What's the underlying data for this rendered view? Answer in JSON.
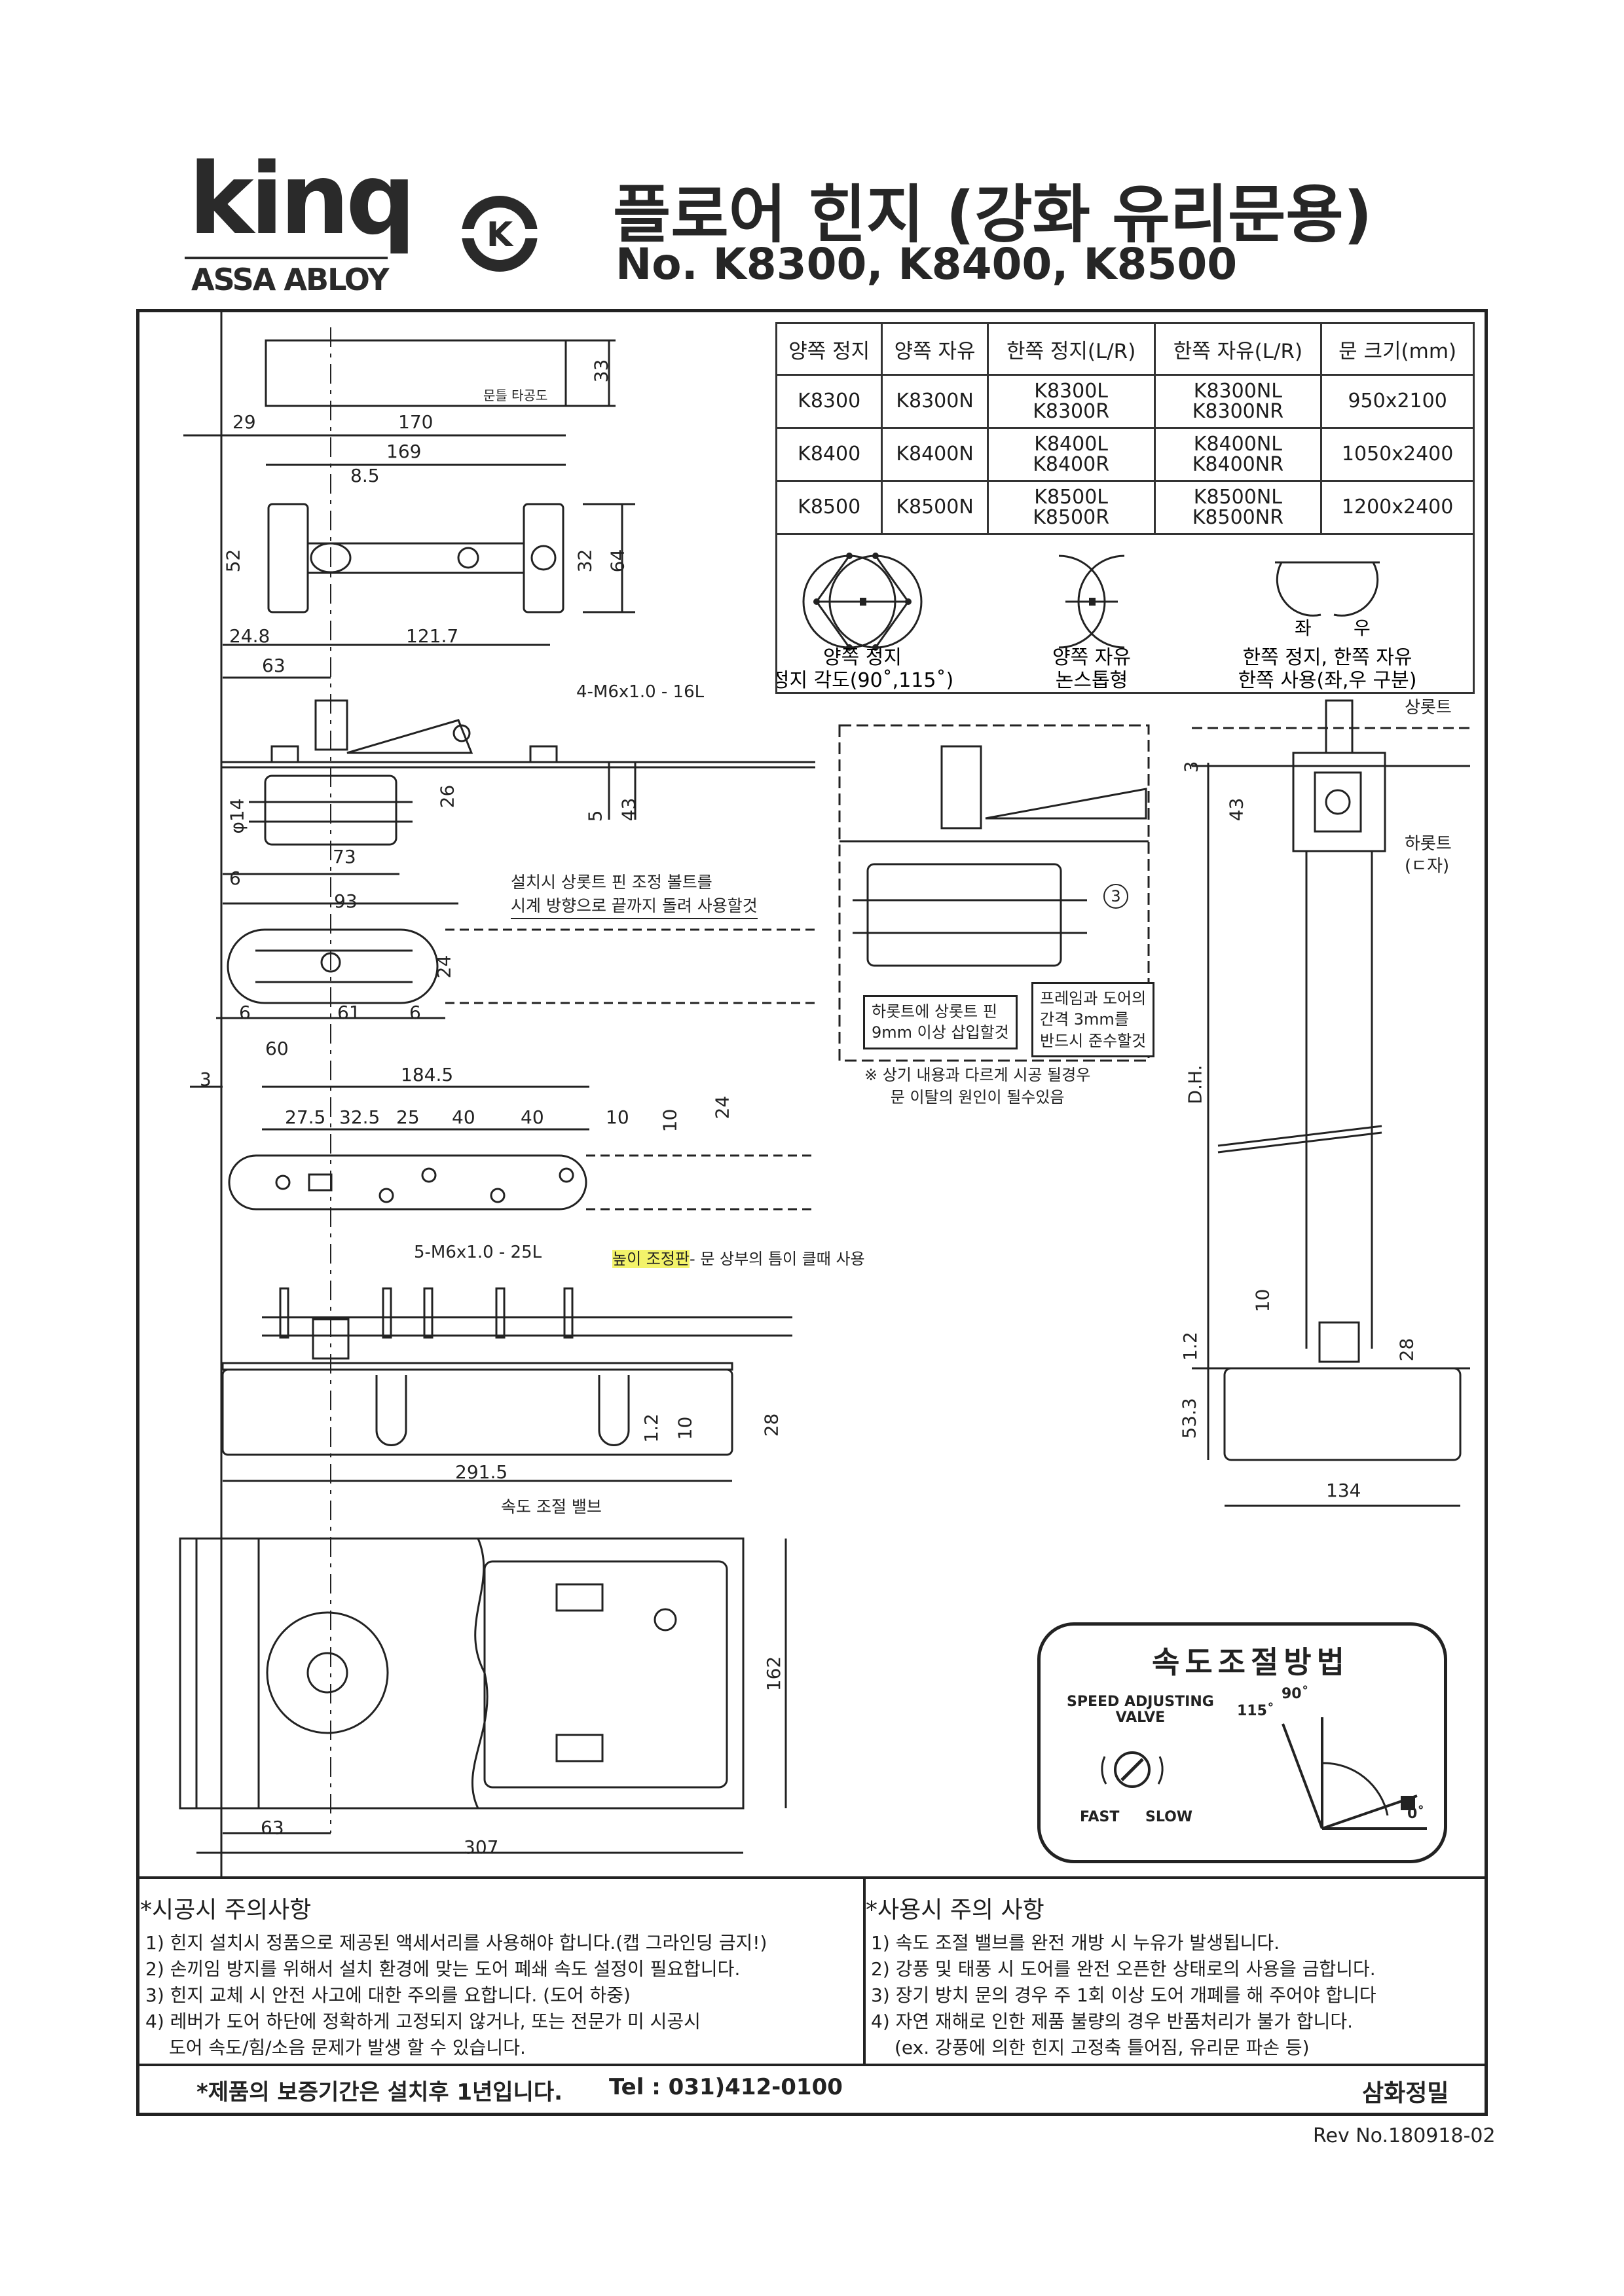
{
  "brand": {
    "king": "kinq",
    "assa_abloy": "ASSA ABLOY",
    "seal_letter": "K"
  },
  "title": {
    "main": "플로어 힌지 (강화 유리문용)",
    "models": "No. K8300, K8400, K8500"
  },
  "spec_table": {
    "headers": [
      "양쪽 정지",
      "양쪽 자유",
      "한쪽 정지(L/R)",
      "한쪽 자유(L/R)",
      "문 크기(mm)"
    ],
    "rows": [
      {
        "both_stop": "K8300",
        "both_free": "K8300N",
        "one_stop": [
          "K8300L",
          "K8300R"
        ],
        "one_free": [
          "K8300NL",
          "K8300NR"
        ],
        "size": "950x2100"
      },
      {
        "both_stop": "K8400",
        "both_free": "K8400N",
        "one_stop": [
          "K8400L",
          "K8400R"
        ],
        "one_free": [
          "K8400NL",
          "K8400NR"
        ],
        "size": "1050x2400"
      },
      {
        "both_stop": "K8500",
        "both_free": "K8500N",
        "one_stop": [
          "K8500L",
          "K8500R"
        ],
        "one_free": [
          "K8500NL",
          "K8500NR"
        ],
        "size": "1200x2400"
      }
    ],
    "icon_captions": {
      "both_stop": [
        "양쪽 정지",
        "정지 각도(90˚,115˚)"
      ],
      "both_free": [
        "양쪽 자유",
        "논스톱형"
      ],
      "one_side": [
        "한쪽 정지, 한쪽 자유",
        "한쪽 사용(좌,우 구분)"
      ],
      "left": "좌",
      "right": "우"
    }
  },
  "drawing": {
    "top_view_label": "문틀 타공도",
    "dims": {
      "d33": "33",
      "d29": "29",
      "d170": "170",
      "d169": "169",
      "d8_5": "8.5",
      "d52": "52",
      "d32": "32",
      "d64": "64",
      "d24_8": "24.8",
      "d121_7": "121.7",
      "d63a": "63",
      "d14": "φ14",
      "d26": "26",
      "d5": "5",
      "d43a": "43",
      "d73": "73",
      "d6a": "6",
      "d93": "93",
      "d24a": "24",
      "d6b": "6",
      "d61": "61",
      "d6c": "6",
      "d60": "60",
      "d3a": "3",
      "d184_5": "184.5",
      "d27_5": "27.5",
      "d32_5": "32.5",
      "d25": "25",
      "d40a": "40",
      "d40b": "40",
      "d10a": "10",
      "d10b": "10",
      "d24b": "24",
      "d1_2a": "1.2",
      "d10c": "10",
      "d28a": "28",
      "d291_5": "291.5",
      "d162": "162",
      "d63b": "63",
      "d307": "307",
      "d3b": "3",
      "d43b": "43",
      "dh": "D.H.",
      "d10d": "10",
      "d1_2b": "1.2",
      "d28b": "28",
      "d53_3": "53.3",
      "d134": "134"
    },
    "bolt_top": "4-M6x1.0 - 16L",
    "bolt_bottom": "5-M6x1.0 - 25L",
    "pivot_note": [
      "설치시 상롯트 핀 조정 볼트를",
      "시계 방향으로 끝까지 돌려 사용할것"
    ],
    "height_plate": "높이 조정판",
    "height_plate_note": "- 문 상부의 틈이 클때 사용",
    "speed_valve": "속도 조절 밸브",
    "detail_note_left": [
      "하롯트에 상롯트 핀",
      "9mm 이상 삽입할것"
    ],
    "detail_note_right": [
      "프레임과 도어의",
      "간격 3mm를",
      "반드시 준수할것"
    ],
    "detail_circle": "3",
    "detail_warning": [
      "※ 상기 내용과 다르게 시공 될경우",
      "문 이탈의 원인이 될수있음"
    ],
    "top_pivot": "상롯트",
    "bottom_pivot": [
      "하롯트",
      "(ㄷ자)"
    ]
  },
  "speed_box": {
    "title": "속도조절방법",
    "valve_label": [
      "SPEED ADJUSTING",
      "VALVE"
    ],
    "fast": "FAST",
    "slow": "SLOW",
    "a115": "115˚",
    "a90": "90˚",
    "a0": "0˚"
  },
  "notes_install": {
    "title": "*시공시 주의사항",
    "lines": [
      "1) 힌지 설치시 정품으로 제공된 액세서리를 사용해야 합니다.(캡 그라인딩 금지!)",
      "2) 손끼임 방지를 위해서 설치 환경에 맞는 도어 폐쇄 속도 설정이 필요합니다.",
      "3) 힌지 교체 시 안전 사고에 대한 주의를 요합니다. (도어 하중)",
      "4) 레버가 도어 하단에 정확하게 고정되지 않거나, 또는 전문가 미 시공시",
      "도어 속도/힘/소음 문제가 발생 할 수 있습니다."
    ]
  },
  "notes_use": {
    "title": "*사용시 주의 사항",
    "lines": [
      "1) 속도 조절 밸브를 완전 개방 시 누유가 발생됩니다.",
      "2) 강풍 및 태풍 시 도어를 완전 오픈한 상태로의 사용을 금합니다.",
      "3) 장기 방치 문의 경우 주 1회 이상 도어 개폐를 해 주어야 합니다",
      "4) 자연 재해로 인한 제품 불량의 경우 반품처리가 불가 합니다.",
      "(ex. 강풍에 의한 힌지 고정축 틀어짐, 유리문 파손 등)"
    ]
  },
  "footer": {
    "warranty": "*제품의 보증기간은 설치후 1년입니다.",
    "tel": "Tel : 031)412-0100",
    "company": "삼화정밀",
    "revision": "Rev No.180918-02"
  },
  "colors": {
    "line": "#222222",
    "highlight": "#f3f36a"
  }
}
